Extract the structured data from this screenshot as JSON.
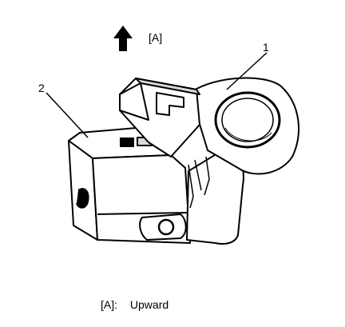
{
  "direction": {
    "label": "[A]",
    "icon": "up-arrow-icon"
  },
  "callouts": {
    "part_1": "1",
    "part_2": "2"
  },
  "legend": {
    "key": "[A]:",
    "text": "Upward"
  },
  "colors": {
    "ink": "#000000",
    "shade": "#d9d9d9",
    "background": "#ffffff"
  }
}
